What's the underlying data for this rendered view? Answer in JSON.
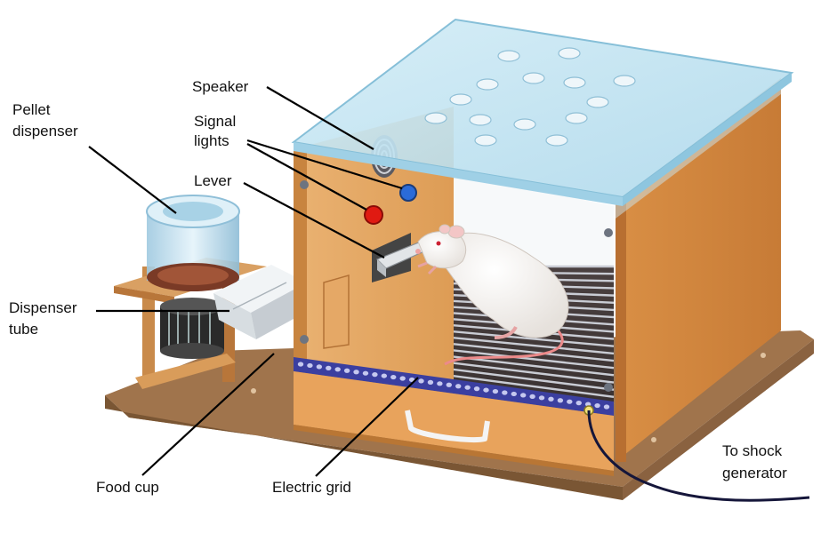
{
  "labels": {
    "speaker": "Speaker",
    "signal_lights": [
      "Signal",
      "lights"
    ],
    "lever": "Lever",
    "pellet_dispenser": [
      "Pellet",
      "dispenser"
    ],
    "dispenser_tube": [
      "Dispenser",
      "tube"
    ],
    "food_cup": "Food cup",
    "electric_grid": "Electric grid",
    "shock_generator": [
      "To shock",
      "generator"
    ]
  },
  "colors": {
    "wood_light": "#e7a85f",
    "wood_mid": "#d38e46",
    "wood_dark": "#b87335",
    "base_top": "#a0744c",
    "base_front": "#7a5634",
    "glass": "#bfe3f1",
    "grid_bar": "#7a7d8a",
    "grid_strip": "#3b3fa0",
    "signal_red": "#e01a12",
    "signal_blue": "#2b6bd8",
    "cable": "#15163a"
  }
}
